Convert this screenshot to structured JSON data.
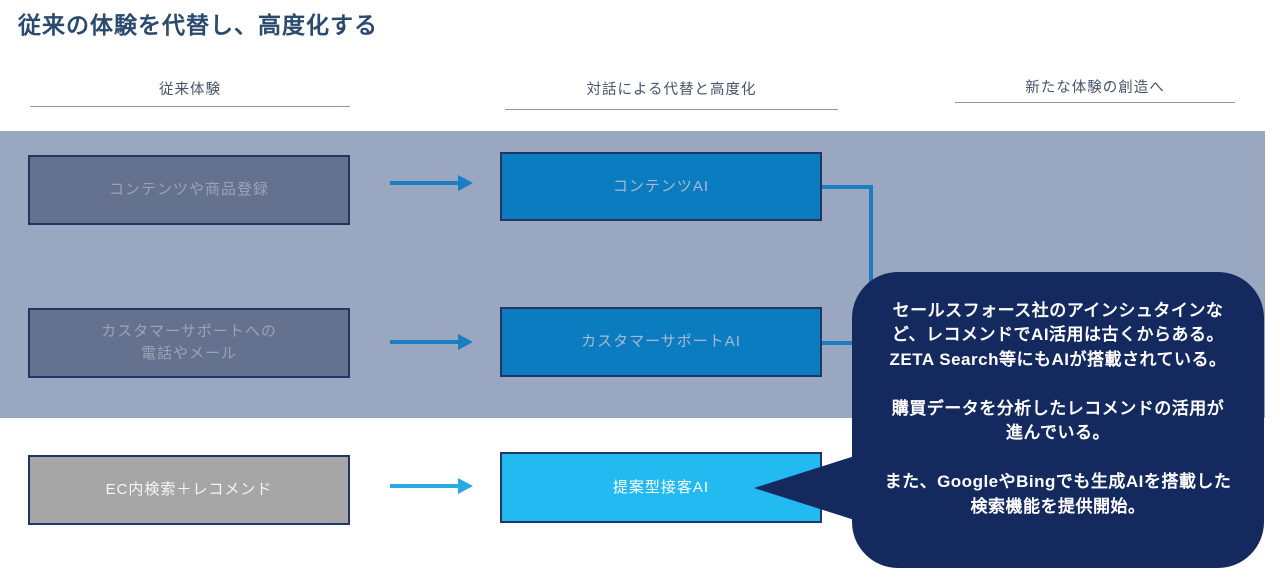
{
  "title": "従来の体験を代替し、高度化する",
  "columns": [
    {
      "label": "従来体験"
    },
    {
      "label": "対話による代替と高度化"
    },
    {
      "label": "新たな体験の創造へ"
    }
  ],
  "rows": [
    {
      "legacy": "コンテンツや商品登録",
      "ai": "コンテンツAI"
    },
    {
      "legacy": "カスタマーサポートへの\n電話やメール",
      "ai": "カスタマーサポートAI"
    },
    {
      "legacy": "EC内検索＋レコメンド",
      "ai": "提案型接客AI"
    }
  ],
  "callout": {
    "text": "セールスフォース社のアインシュタインな\nど、レコメンドでAI活用は古くからある。\nZETA Search等にもAIが搭載されている。\n\n購買データを分析したレコメンドの活用が\n進んでいる。\n\nまた、GoogleやBingでも生成AIを搭載した\n検索機能を提供開始。"
  },
  "colors": {
    "band": "#99A7C1",
    "legacy_box": "#65728F",
    "ai_box_blue": "#0C7CC0",
    "legacy_box_gray": "#A6A6A6",
    "ai_box_cyan": "#22BAF0",
    "arrow_blue": "#1B7EC2",
    "arrow_cyan": "#2AAAE2",
    "bubble_navy": "#14295E",
    "title_text": "#2B4A6E"
  }
}
